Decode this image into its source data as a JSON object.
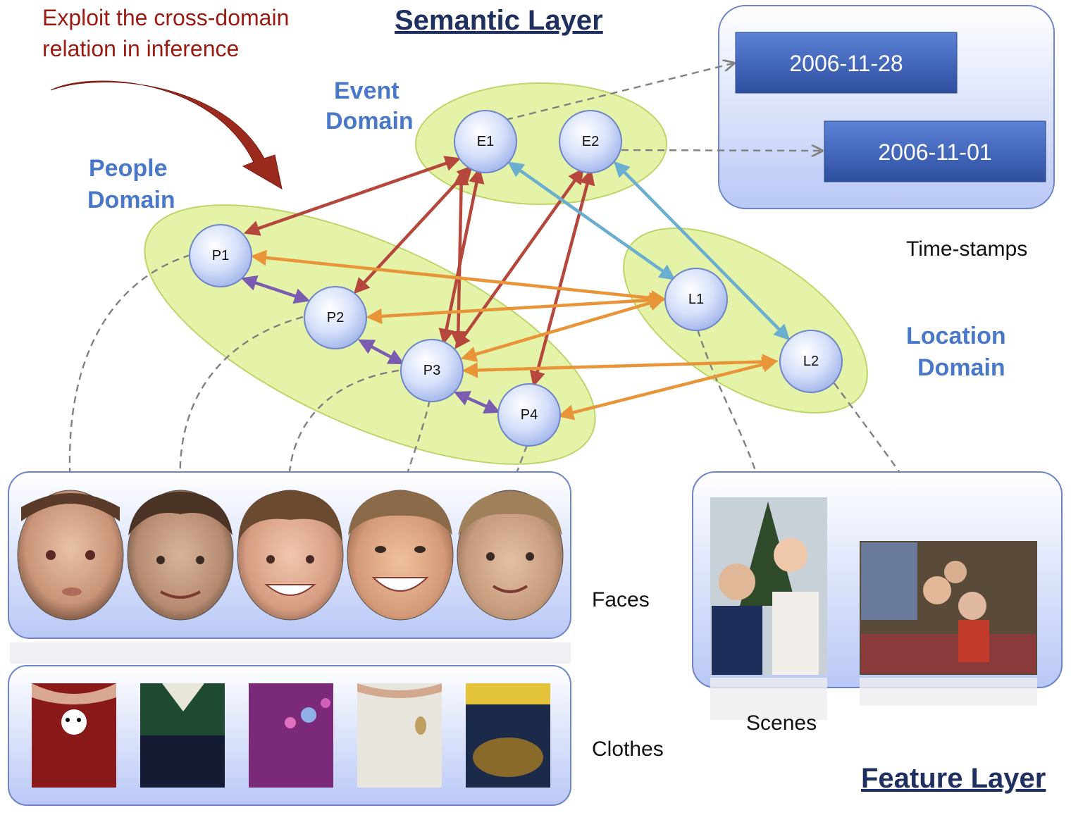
{
  "titles": {
    "semantic_layer": "Semantic Layer",
    "feature_layer": "Feature Layer"
  },
  "annotation": {
    "line1": "Exploit the cross-domain",
    "line2": "relation in inference"
  },
  "domains": {
    "event": [
      "Event",
      "Domain"
    ],
    "people": [
      "People",
      "Domain"
    ],
    "location": [
      "Location",
      "Domain"
    ]
  },
  "nodes": {
    "E1": "E1",
    "E2": "E2",
    "P1": "P1",
    "P2": "P2",
    "P3": "P3",
    "P4": "P4",
    "L1": "L1",
    "L2": "L2"
  },
  "timestamps": {
    "t1": "2006-11-28",
    "t2": "2006-11-01",
    "caption": "Time-stamps"
  },
  "captions": {
    "faces": "Faces",
    "clothes": "Clothes",
    "scenes": "Scenes"
  },
  "colors": {
    "event_people_edge": "#b5473d",
    "event_location_edge": "#6aaed0",
    "people_location_edge": "#e8953a",
    "people_people_edge": "#7a5cb0",
    "domain_fill": "#e4f3a8",
    "node_fill": "#c9d6f7",
    "timestamp_fill": "#3d64b8"
  }
}
